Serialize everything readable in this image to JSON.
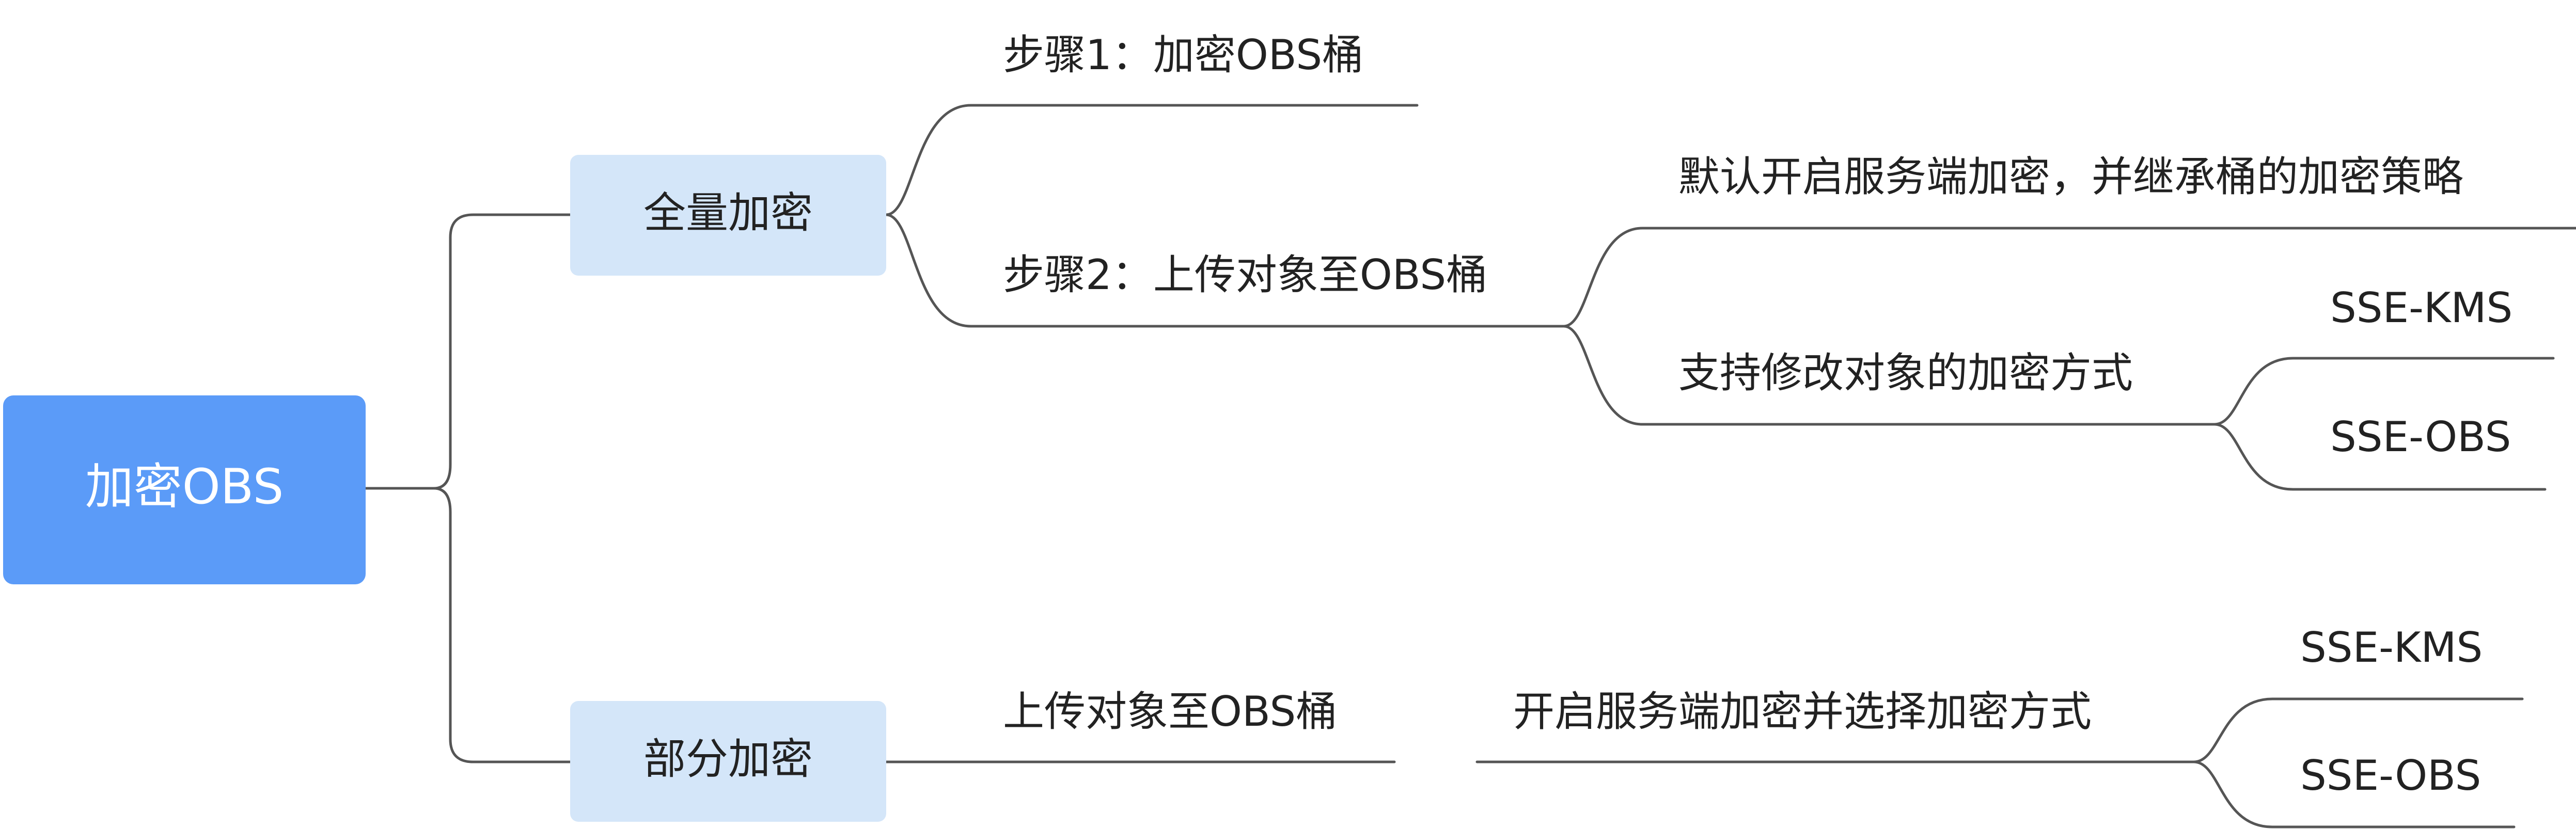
{
  "colors": {
    "root_fill": "#5B9BF8",
    "branch_fill": "#D4E6F9",
    "line": "#555555",
    "text": "#222222",
    "root_text": "#FFFFFF"
  },
  "mindmap": {
    "root": {
      "label": "加密OBS"
    },
    "full_encryption": {
      "label": "全量加密",
      "step1": "步骤1：加密OBS桶",
      "step2": "步骤2：上传对象至OBS桶",
      "default_inherit": "默认开启服务端加密，并继承桶的加密策略",
      "modify_method": "支持修改对象的加密方式",
      "sse_kms": "SSE-KMS",
      "sse_obs": "SSE-OBS"
    },
    "partial_encryption": {
      "label": "部分加密",
      "upload": "上传对象至OBS桶",
      "enable_select": "开启服务端加密并选择加密方式",
      "sse_kms": "SSE-KMS",
      "sse_obs": "SSE-OBS"
    }
  }
}
